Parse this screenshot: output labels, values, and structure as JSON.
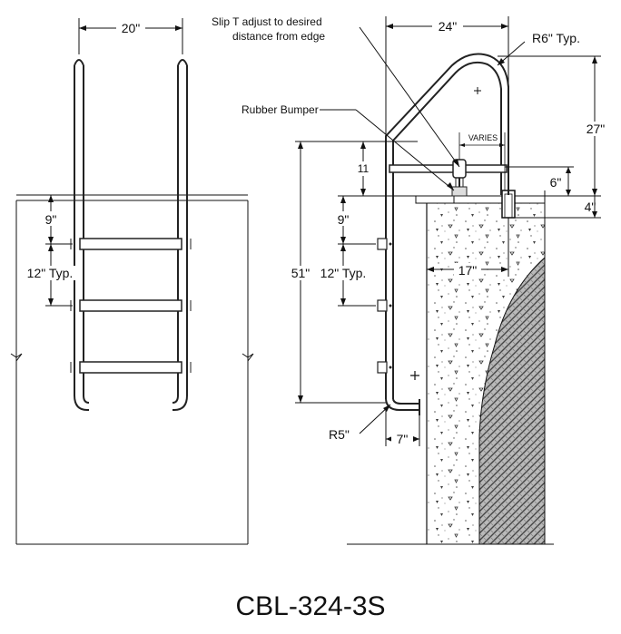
{
  "drawing": {
    "title": "CBL-324-3S",
    "front_view": {
      "width_dim": "20\"",
      "first_step_dim": "9\"",
      "step_spacing_dim": "12\" Typ."
    },
    "side_view": {
      "width_dim": "24\"",
      "height_above_deck_dim": "27\"",
      "radius_top_dim": "R6\" Typ.",
      "varies_label": "VARIES",
      "slip_t_note_line1": "Slip T adjust to desired",
      "slip_t_note_line2": "distance from edge",
      "rubber_bumper_label": "Rubber Bumper",
      "bumper_dim": "11",
      "six_dim": "6\"",
      "four_dim": "4\"",
      "first_step_dim": "9\"",
      "total_height_dim": "51\"",
      "step_spacing_dim": "12\" Typ.",
      "wall_dim": "17\"",
      "radius_bottom_dim": "R5\"",
      "seven_dim": "7\""
    }
  }
}
